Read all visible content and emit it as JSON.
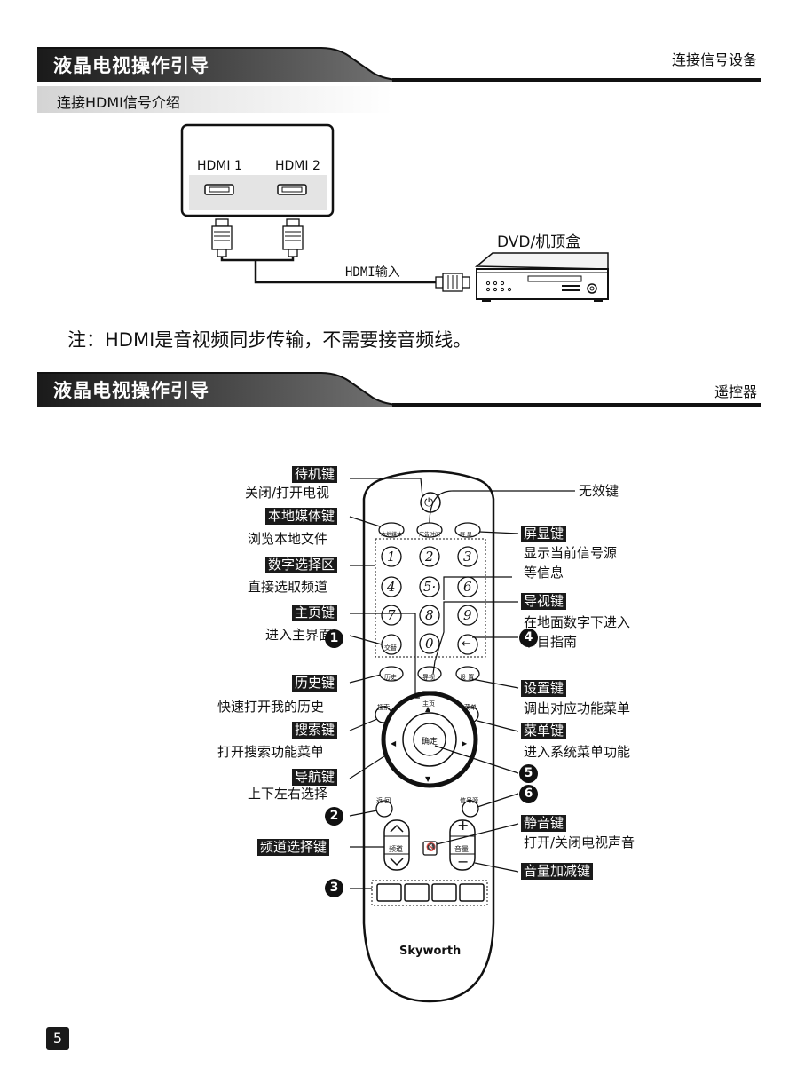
{
  "section1": {
    "title": "液晶电视操作引导",
    "right": "连接信号设备",
    "subtitle": "连接HDMI信号介绍",
    "port1": "HDMI 1",
    "port2": "HDMI 2",
    "device": "DVD/机顶盒",
    "cable_label": "HDMI输入",
    "note": "注：HDMI是音视频同步传输，不需要接音频线。"
  },
  "section2": {
    "title": "液晶电视操作引导",
    "right": "遥控器"
  },
  "remote": {
    "brand": "Skyworth",
    "buttons": {
      "power": "⏻",
      "ad_skip": "广告时间",
      "local_media": "本地媒体",
      "display": "屏 显",
      "digits": [
        "1",
        "2",
        "3",
        "4",
        "5·",
        "6",
        "7",
        "8",
        "9",
        "0"
      ],
      "swap": "交替",
      "back_arrow": "←",
      "history": "历史",
      "guide": "导视",
      "settings": "设 置",
      "home": "主页",
      "search": "搜索",
      "menu": "菜单",
      "ok": "确定",
      "return": "返 回",
      "source": "信号源",
      "channel": "频道",
      "volume": "音量",
      "plus": "+",
      "minus": "−",
      "up": "▲",
      "down": "▼",
      "left": "◀",
      "right": "▶"
    }
  },
  "callouts": {
    "standby_key": "待机键",
    "standby_desc": "关闭/打开电视",
    "local_key": "本地媒体键",
    "local_desc": "浏览本地文件",
    "digit_key": "数字选择区",
    "digit_desc": "直接选取频道",
    "home_key": "主页键",
    "home_desc": "进入主界面",
    "history_key": "历史键",
    "history_desc": "快速打开我的历史",
    "search_key": "搜索键",
    "search_desc": "打开搜索功能菜单",
    "nav_key": "导航键",
    "nav_desc": "上下左右选择",
    "channel_key": "频道选择键",
    "invalid_key": "无效键",
    "display_key": "屏显键",
    "display_desc1": "显示当前信号源",
    "display_desc2": "等信息",
    "guide_key": "导视键",
    "guide_desc1": "在地面数字下进入",
    "guide_desc2": "节目指南",
    "settings_key": "设置键",
    "settings_desc": "调出对应功能菜单",
    "menu_key": "菜单键",
    "menu_desc": "进入系统菜单功能",
    "mute_key": "静音键",
    "mute_desc": "打开/关闭电视声音",
    "volume_key": "音量加减键",
    "n1": "1",
    "n2": "2",
    "n3": "3",
    "n4": "4",
    "n5": "5",
    "n6": "6"
  },
  "page_number": "5"
}
